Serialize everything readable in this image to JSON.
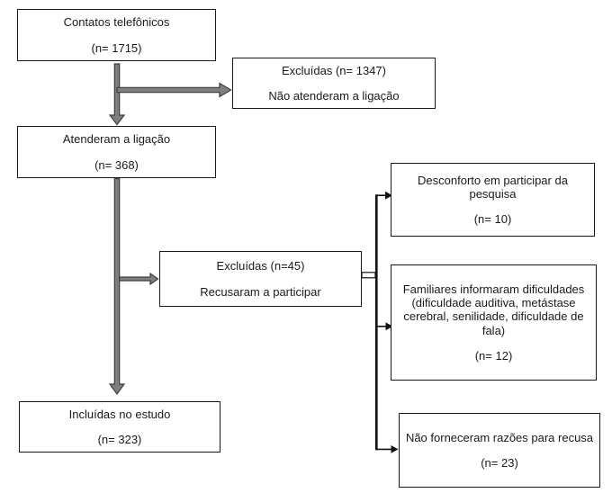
{
  "diagram": {
    "type": "flowchart",
    "language": "pt-BR"
  },
  "colors": {
    "bg": "#ffffff",
    "box_border": "#1a1a1a",
    "text": "#1a1a1a",
    "arrow_fill": "#7f7f7f",
    "arrow_stroke": "#3d3d3d",
    "line": "#111111"
  },
  "boxes": {
    "contatos": {
      "line1": "Contatos telefônicos",
      "line2": "(n= 1715)"
    },
    "excluidas_nao_atenderam": {
      "line1": "Excluídas (n= 1347)",
      "line2": "Não atenderam a ligação"
    },
    "atenderam": {
      "line1": "Atenderam a ligação",
      "line2": "(n= 368)"
    },
    "excluidas_recusaram": {
      "line1": "Excluídas (n=45)",
      "line2": "Recusaram a participar"
    },
    "desconforto": {
      "line1": "Desconforto em participar da pesquisa",
      "line2": "(n= 10)"
    },
    "familiares": {
      "line1": "Familiares informaram dificuldades (dificuldade auditiva, metástase cerebral, senilidade, dificuldade de fala)",
      "line2": "(n= 12)"
    },
    "nao_forneceram": {
      "line1": "Não forneceram razões para recusa",
      "line2": "(n= 23)"
    },
    "incluidas": {
      "line1": "Incluídas no estudo",
      "line2": "(n= 323)"
    }
  },
  "edges": [
    {
      "from": "contatos",
      "to": "atenderam"
    },
    {
      "from": "contatos",
      "to": "excluidas_nao_atenderam"
    },
    {
      "from": "atenderam",
      "to": "incluidas"
    },
    {
      "from": "atenderam",
      "to": "excluidas_recusaram"
    },
    {
      "from": "excluidas_recusaram",
      "to": "desconforto"
    },
    {
      "from": "excluidas_recusaram",
      "to": "familiares"
    },
    {
      "from": "excluidas_recusaram",
      "to": "nao_forneceram"
    }
  ]
}
